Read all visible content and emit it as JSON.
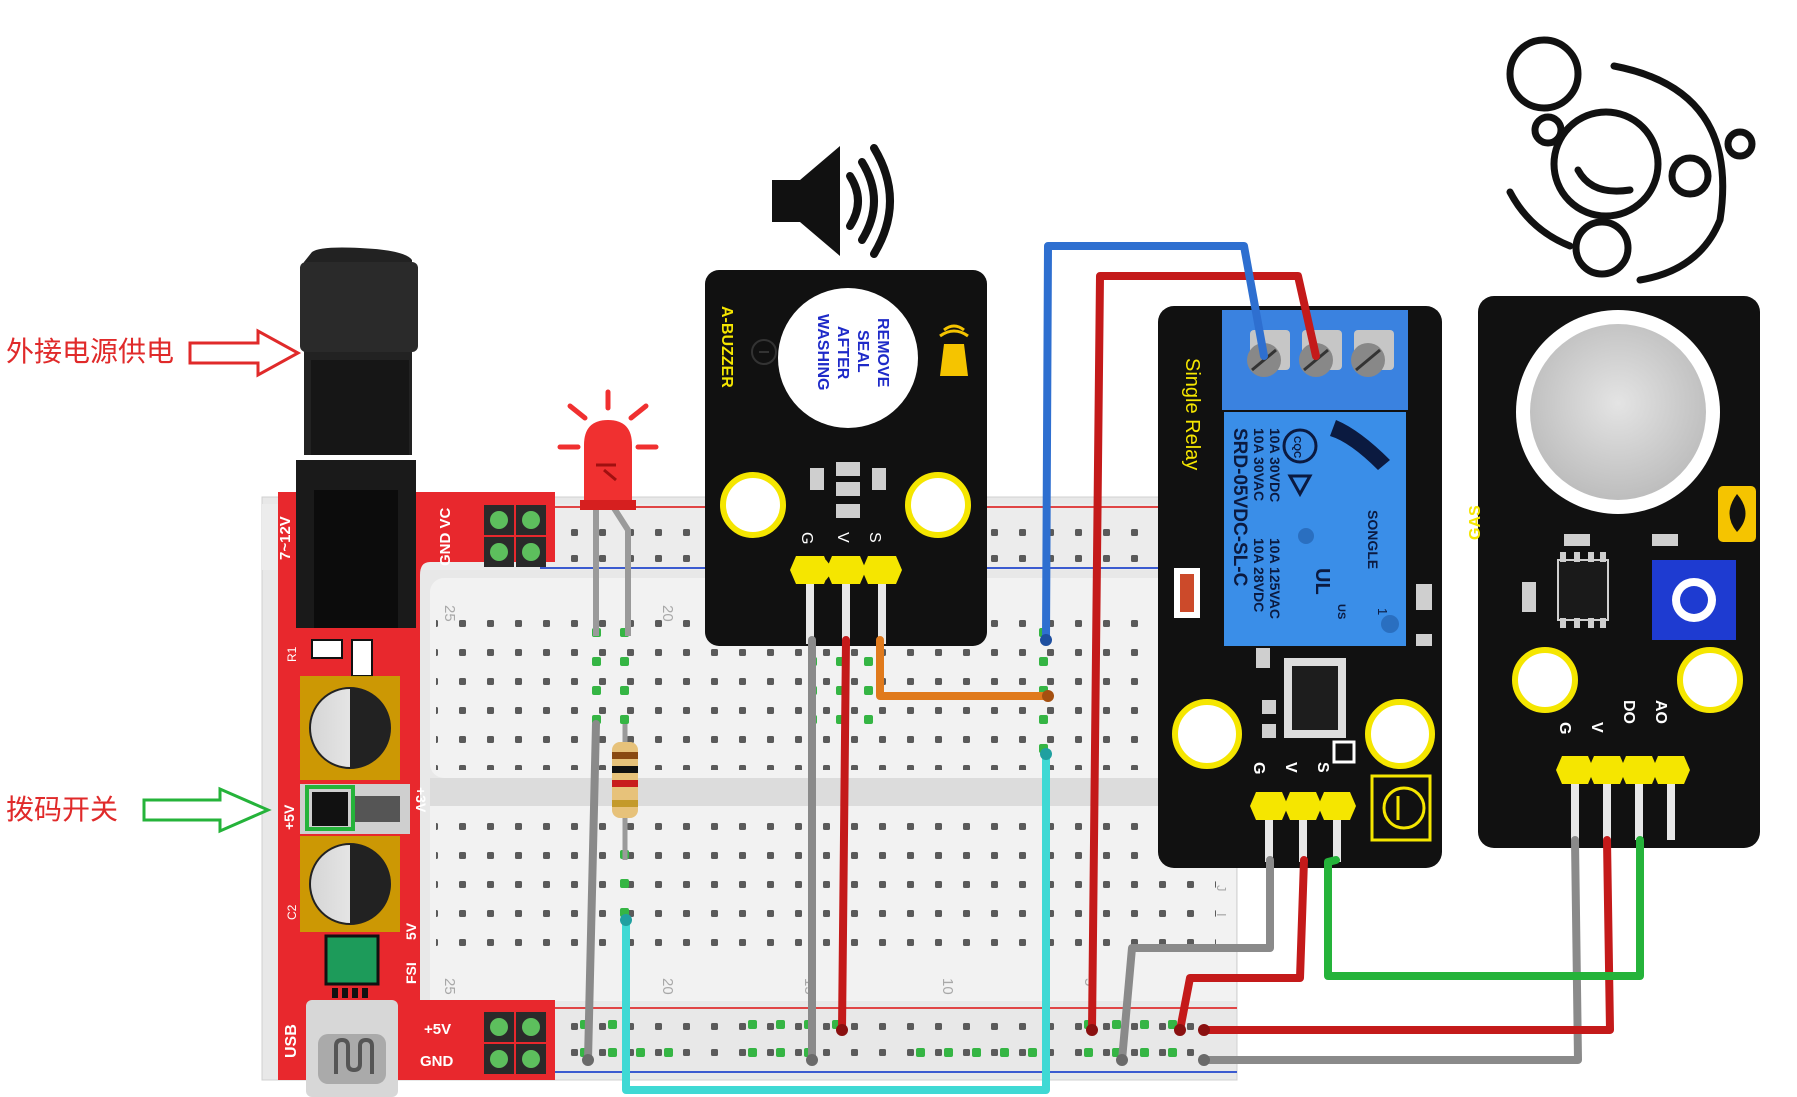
{
  "annotations": {
    "external_power": "外接电源供电",
    "dip_switch": "拨码开关"
  },
  "power_module": {
    "input_range": "7~12V",
    "rail_labels_top": "GND VC",
    "label_plus5": "+5V",
    "label_plus5_bottom": "+5V",
    "label_gnd": "GND",
    "label_plus3": "+3V",
    "label_r1": "R1",
    "label_c2": "C2",
    "label_fsi": "FSI",
    "label_5v": "5V",
    "label_usb": "USB"
  },
  "breadboard": {
    "numbers": [
      "25",
      "20",
      "15",
      "10",
      "5"
    ],
    "row_letters": [
      "J",
      "I"
    ]
  },
  "buzzer_module": {
    "name": "A-BUZZER",
    "seal_lines": [
      "REMOVE",
      "SEAL",
      "AFTER",
      "WASHING"
    ],
    "pins": [
      "G",
      "V",
      "S"
    ]
  },
  "relay_module": {
    "name": "Single Relay",
    "part": "SRD-05VDC-SL-C",
    "brand": "SONGLE",
    "spec_left": [
      "10A 30VAC",
      "10A 30VDC"
    ],
    "spec_right": [
      "10A 28VDC",
      "10A 125VAC"
    ],
    "cqc": "CQC",
    "cert": "US",
    "pins": [
      "G",
      "V",
      "S"
    ],
    "num": "1"
  },
  "gas_module": {
    "name": "GAS",
    "pins": [
      "G",
      "V",
      "DO",
      "AO"
    ]
  },
  "colors": {
    "module_red": "#e8282d",
    "module_black": "#111111",
    "wire_red": "#c41a1a",
    "wire_blue": "#2e6fd0",
    "wire_green": "#25b33a",
    "wire_grey": "#8a8a8a",
    "wire_orange": "#e07a1c",
    "wire_cyan": "#3fd9d4",
    "relay_blue": "#3a8ee8",
    "pin_yellow": "#f5e600"
  }
}
